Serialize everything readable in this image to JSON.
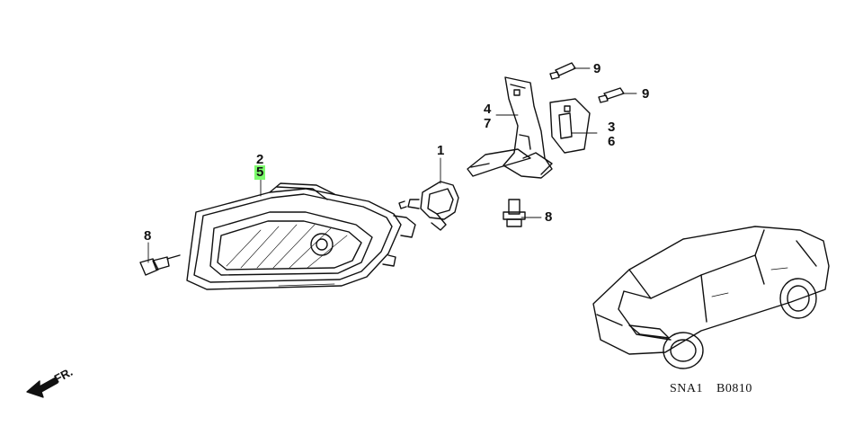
{
  "diagram": {
    "callouts": {
      "c1": "1",
      "c2": "2",
      "c5": "5",
      "c3": "3",
      "c6": "6",
      "c4": "4",
      "c7": "7",
      "c8a": "8",
      "c8b": "8",
      "c9a": "9",
      "c9b": "9"
    },
    "highlight_color": "#7CFC6C",
    "front_indicator": "FR.",
    "diagram_code_left": "SNA1",
    "diagram_code_right": "B0810"
  }
}
